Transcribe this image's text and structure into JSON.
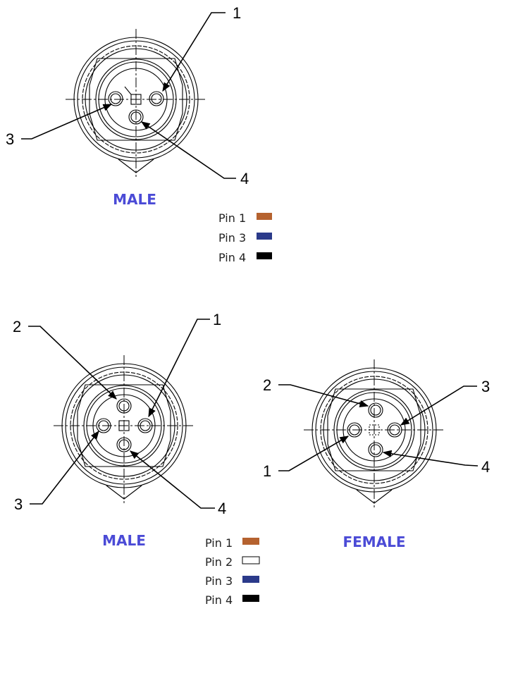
{
  "diagrams": [
    {
      "title": "MALE",
      "pin_labels": [
        "1",
        "3",
        "4"
      ],
      "legend": [
        {
          "label": "Pin 1",
          "color": "#b5622f"
        },
        {
          "label": "Pin 3",
          "color": "#2b3a8a"
        },
        {
          "label": "Pin 4",
          "color": "#000000"
        }
      ]
    },
    {
      "title": "MALE",
      "pin_labels": [
        "1",
        "2",
        "3",
        "4"
      ]
    },
    {
      "title": "FEMALE",
      "pin_labels": [
        "1",
        "2",
        "3",
        "4"
      ]
    }
  ],
  "legend2": [
    {
      "label": "Pin 1",
      "color": "#b5622f"
    },
    {
      "label": "Pin 2",
      "color": "#ffffff"
    },
    {
      "label": "Pin 3",
      "color": "#2b3a8a"
    },
    {
      "label": "Pin 4",
      "color": "#000000"
    }
  ]
}
